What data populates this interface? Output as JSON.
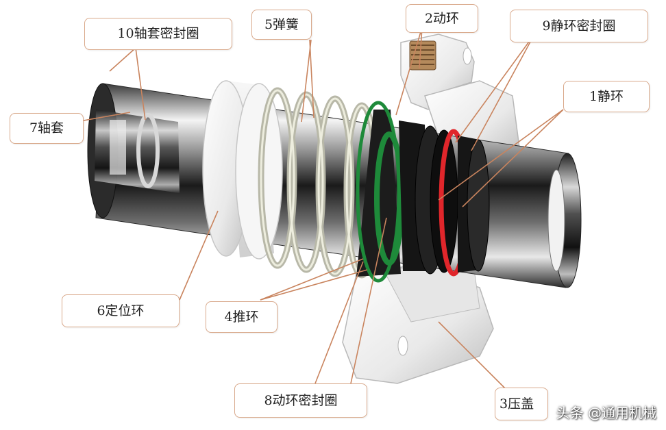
{
  "labels": {
    "l10": "10轴套密封圈",
    "l5": "5弹簧",
    "l2": "2动环",
    "l9": "9静环密封圈",
    "l1": "1静环",
    "l7": "7轴套",
    "l6": "6定位环",
    "l4": "4推环",
    "l8": "8动环密封圈",
    "l3": "3压盖"
  },
  "watermark": "头条 @通用机械",
  "colors": {
    "leader": "#c9845e",
    "label_border": "#d9a98b",
    "green_seal": "#1e8a3a",
    "red_seal": "#e0262b"
  }
}
